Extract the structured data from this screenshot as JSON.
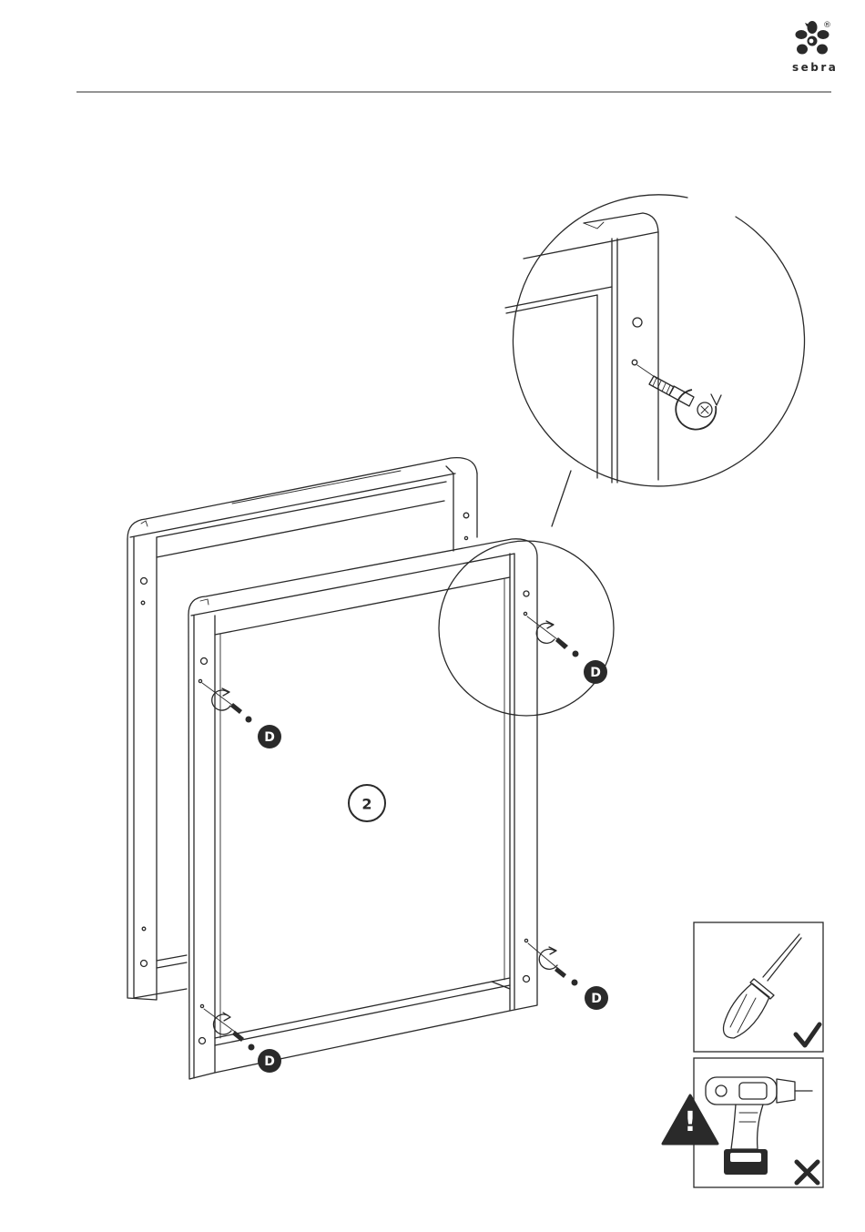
{
  "brand": {
    "name": "sebra",
    "registered_mark": "®"
  },
  "step": {
    "number": "2"
  },
  "part_labels": [
    "D",
    "D",
    "D",
    "D",
    "D"
  ],
  "tools": {
    "allowed_tool": "screwdriver-icon",
    "forbidden_tool": "power-drill-icon",
    "warning": "!"
  },
  "colors": {
    "ink": "#2a2a2a",
    "paper": "#ffffff"
  }
}
